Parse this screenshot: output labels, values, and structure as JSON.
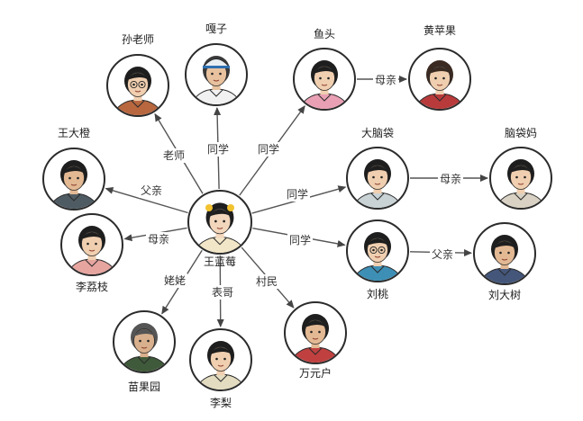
{
  "people": {
    "center": {
      "name": "王蓝莓",
      "skin": "#f3d7bd",
      "hair": "#1e1e1e",
      "shirt": "#f2e6c8",
      "icon": "girl-portrait-icon"
    },
    "sun": {
      "name": "孙老师",
      "skin": "#f0cfb0",
      "hair": "#1e1e1e",
      "shirt": "#b8673f",
      "icon": "teacher-portrait-icon"
    },
    "yazi": {
      "name": "嘎子",
      "skin": "#e8c29f",
      "hair": "#3a3a3a",
      "shirt": "#f1f1f1",
      "icon": "boy-cap-portrait-icon"
    },
    "yutou": {
      "name": "鱼头",
      "skin": "#f0cfb0",
      "hair": "#1e1e1e",
      "shirt": "#e9a0b4",
      "icon": "girl-portrait-icon"
    },
    "huang": {
      "name": "黄苹果",
      "skin": "#f0cfb0",
      "hair": "#3a2a22",
      "shirt": "#b83a3a",
      "icon": "woman-portrait-icon"
    },
    "wang": {
      "name": "王大橙",
      "skin": "#e3b994",
      "hair": "#1e1e1e",
      "shirt": "#4f5b63",
      "icon": "man-portrait-icon"
    },
    "danao": {
      "name": "大脑袋",
      "skin": "#f0cfb0",
      "hair": "#1e1e1e",
      "shirt": "#c9d3d6",
      "icon": "boy-portrait-icon"
    },
    "danaoma": {
      "name": "脑袋妈",
      "skin": "#f0cfb0",
      "hair": "#1e1e1e",
      "shirt": "#d9d2c4",
      "icon": "woman-portrait-icon"
    },
    "li": {
      "name": "李荔枝",
      "skin": "#f0cfb0",
      "hair": "#1e1e1e",
      "shirt": "#e7a5a0",
      "icon": "woman-braid-portrait-icon"
    },
    "liutao": {
      "name": "刘桃",
      "skin": "#f0cfb0",
      "hair": "#1e1e1e",
      "shirt": "#3d8fb5",
      "icon": "boy-glasses-portrait-icon"
    },
    "liudashu": {
      "name": "刘大树",
      "skin": "#e3b994",
      "hair": "#1e1e1e",
      "shirt": "#44567a",
      "icon": "man-portrait-icon"
    },
    "miao": {
      "name": "苗果园",
      "skin": "#d9b08d",
      "hair": "#555555",
      "shirt": "#3f5a3a",
      "icon": "grandma-portrait-icon"
    },
    "lili": {
      "name": "李梨",
      "skin": "#f0cfb0",
      "hair": "#1e1e1e",
      "shirt": "#e4dcc0",
      "icon": "man-portrait-icon"
    },
    "wanyuanhu": {
      "name": "万元户",
      "skin": "#e3b994",
      "hair": "#1e1e1e",
      "shirt": "#c04040",
      "icon": "man-phone-portrait-icon"
    }
  },
  "relations": [
    {
      "from": "center",
      "to": "sun",
      "label": "老师"
    },
    {
      "from": "center",
      "to": "yazi",
      "label": "同学"
    },
    {
      "from": "center",
      "to": "yutou",
      "label": "同学"
    },
    {
      "from": "yutou",
      "to": "huang",
      "label": "母亲"
    },
    {
      "from": "center",
      "to": "wang",
      "label": "父亲"
    },
    {
      "from": "center",
      "to": "danao",
      "label": "同学"
    },
    {
      "from": "danao",
      "to": "danaoma",
      "label": "母亲"
    },
    {
      "from": "center",
      "to": "li",
      "label": "母亲"
    },
    {
      "from": "center",
      "to": "liutao",
      "label": "同学"
    },
    {
      "from": "liutao",
      "to": "liudashu",
      "label": "父亲"
    },
    {
      "from": "center",
      "to": "miao",
      "label": "姥姥"
    },
    {
      "from": "center",
      "to": "lili",
      "label": "表哥"
    },
    {
      "from": "center",
      "to": "wanyuanhu",
      "label": "村民"
    }
  ]
}
